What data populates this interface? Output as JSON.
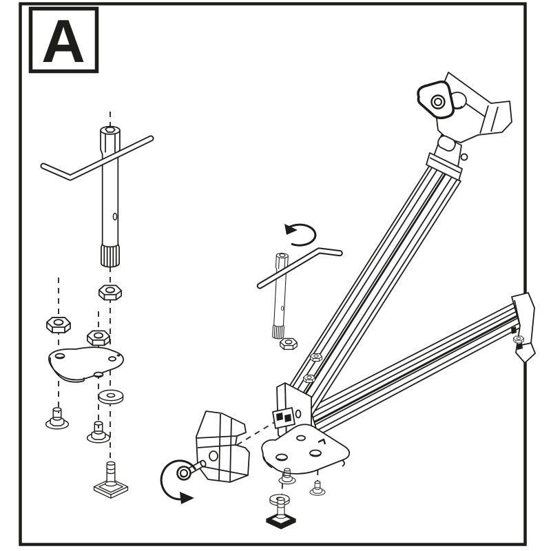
{
  "diagram": {
    "step_label": "A",
    "type": "exploded-assembly-instruction",
    "colors": {
      "background": "#ffffff",
      "line": "#1d1d1b"
    },
    "parts": [
      {
        "id": "socket-wrench-with-hex-key",
        "count": 2
      },
      {
        "id": "hex-nut",
        "count": 4
      },
      {
        "id": "mounting-plate",
        "count": 1
      },
      {
        "id": "washer",
        "count": 2
      },
      {
        "id": "flange-bolt",
        "count": 4
      },
      {
        "id": "t-bolt-with-square-plate",
        "count": 2
      },
      {
        "id": "end-cap-cover",
        "count": 1
      },
      {
        "id": "cover-screw",
        "count": 1
      },
      {
        "id": "folding-rack-frame",
        "count": 1
      }
    ],
    "annotations": [
      {
        "id": "rotation-arrow",
        "count": 2
      },
      {
        "id": "dashed-alignment-line",
        "count": 7
      }
    ]
  }
}
